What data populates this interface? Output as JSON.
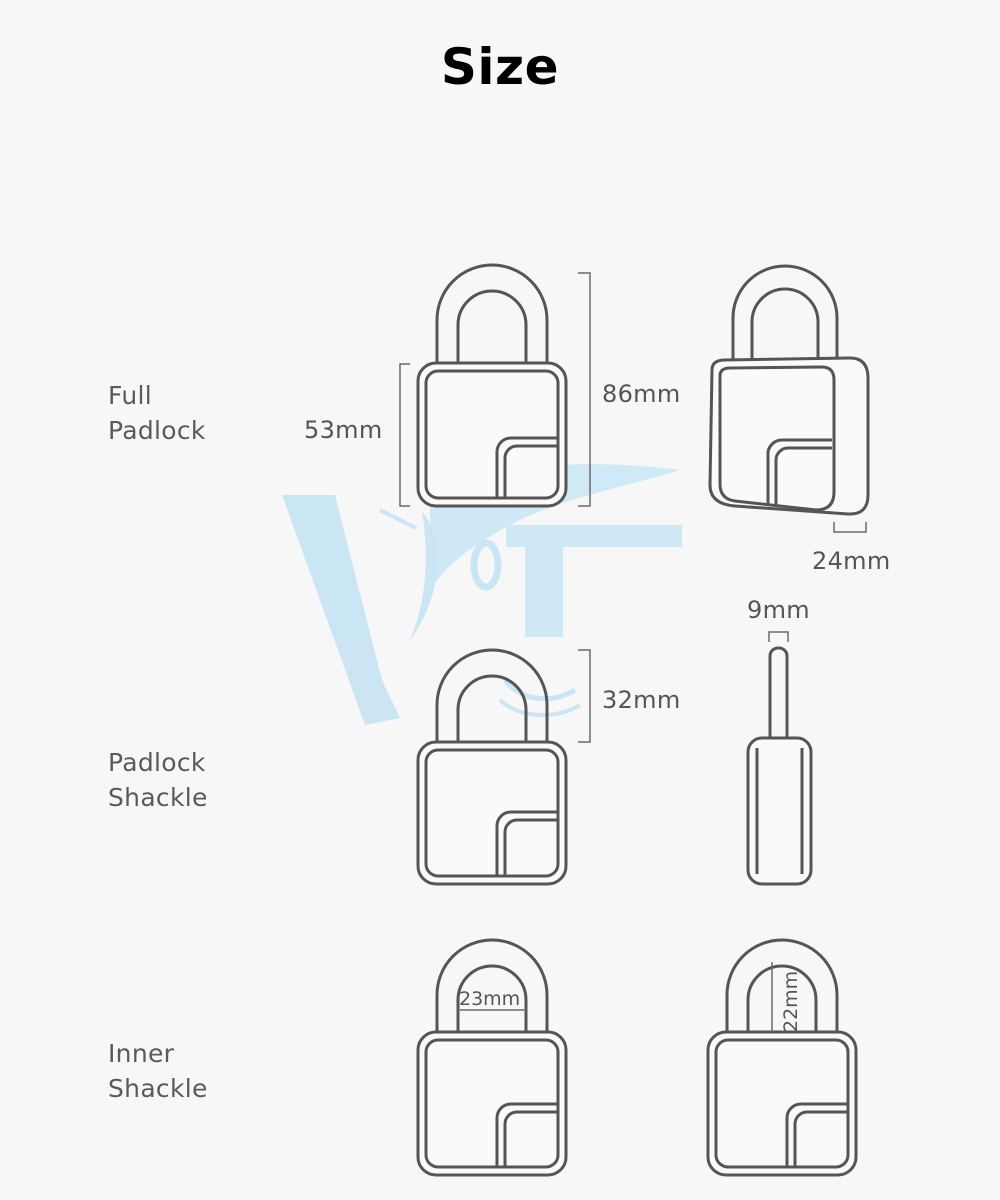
{
  "title": "Size",
  "rows": {
    "full": {
      "line1": "Full",
      "line2": "Padlock"
    },
    "shackle": {
      "line1": "Padlock",
      "line2": "Shackle"
    },
    "inner": {
      "line1": "Inner",
      "line2": "Shackle"
    }
  },
  "dimensions": {
    "body_height": "53mm",
    "total_height": "86mm",
    "thickness": "24mm",
    "shackle_width": "9mm",
    "shackle_clearance": "32mm",
    "inner_width": "23mm",
    "inner_height": "22mm"
  },
  "watermark": {
    "text": "VF",
    "color": "#bfe0f2"
  }
}
